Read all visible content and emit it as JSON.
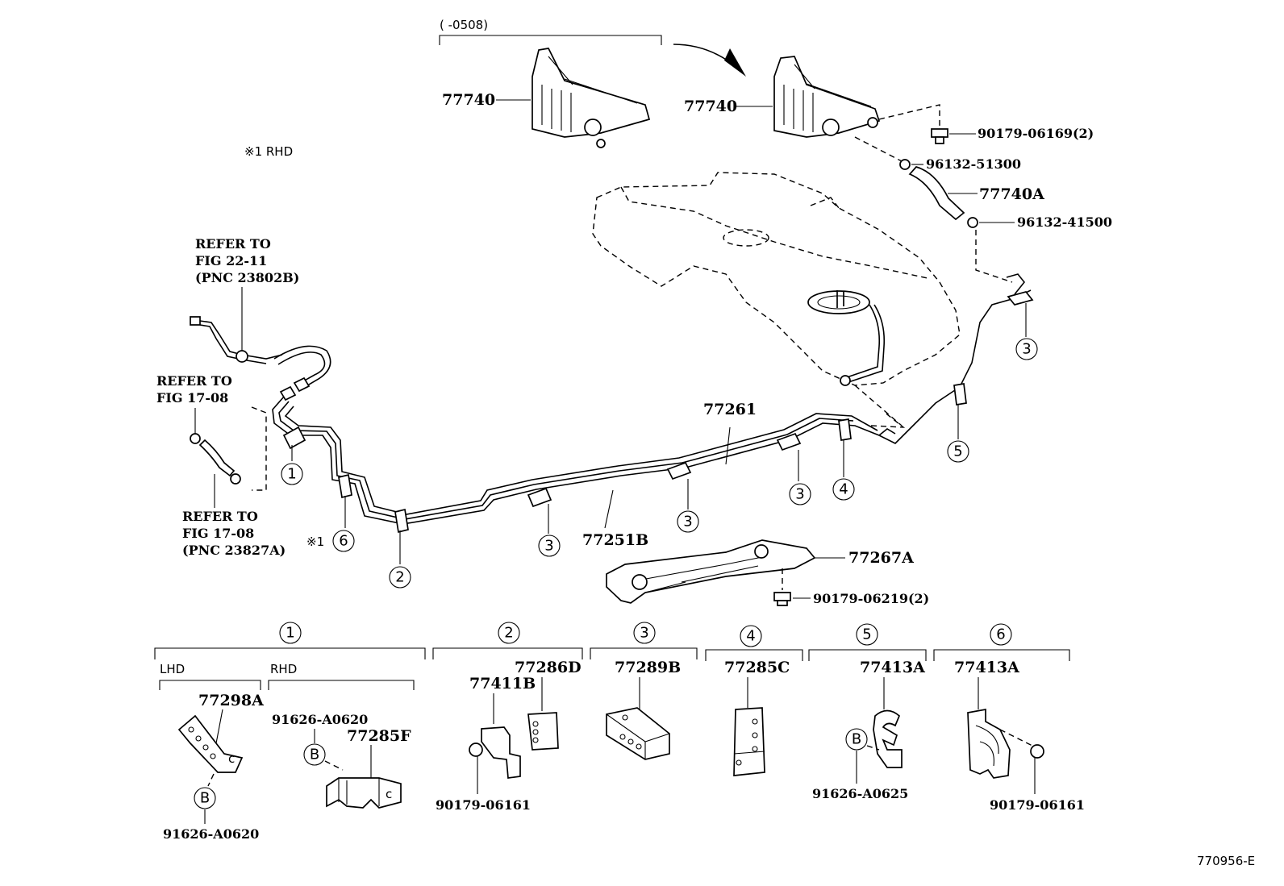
{
  "diagram": {
    "date_range": "(       -0508)",
    "note_rhd": "※1 RHD",
    "note_marker": "※1",
    "figure_code": "770956-E",
    "refs": {
      "ref1": [
        "REFER TO",
        "FIG 22-11",
        "(PNC 23802B)"
      ],
      "ref2": [
        "REFER TO",
        "FIG 17-08"
      ],
      "ref3": [
        "REFER TO",
        "FIG 17-08",
        "(PNC 23827A)"
      ]
    },
    "parts": {
      "canister_old": "77740",
      "canister_new": "77740",
      "bolt_top": "90179-06169(2)",
      "clamp_1": "96132-51300",
      "hose": "77740A",
      "clamp_2": "96132-41500",
      "tube_main": "77261",
      "tube_sub": "77251B",
      "protector": "77267A",
      "bolt_protector": "90179-06219(2)"
    },
    "groups": {
      "g1": {
        "num": "1",
        "lhd": "LHD",
        "rhd": "RHD",
        "clamp": "77298A",
        "bolt_lhd": "91626-A0620",
        "bolt_rhd": "91626-A0620",
        "clip_rhd": "77285F",
        "b_mark": "B"
      },
      "g2": {
        "num": "2",
        "clamp_a": "77286D",
        "bracket": "77411B",
        "bolt": "90179-06161"
      },
      "g3": {
        "num": "3",
        "clamp": "77289B"
      },
      "g4": {
        "num": "4",
        "clamp": "77285C"
      },
      "g5": {
        "num": "5",
        "clamp": "77413A",
        "bolt": "91626-A0625",
        "b_mark": "B"
      },
      "g6": {
        "num": "6",
        "clamp": "77413A",
        "bolt": "90179-06161"
      }
    },
    "callouts": {
      "c1": "1",
      "c2": "2",
      "c3a": "3",
      "c3b": "3",
      "c3c": "3",
      "c3d": "3",
      "c4": "4",
      "c5": "5",
      "c6": "6"
    }
  }
}
